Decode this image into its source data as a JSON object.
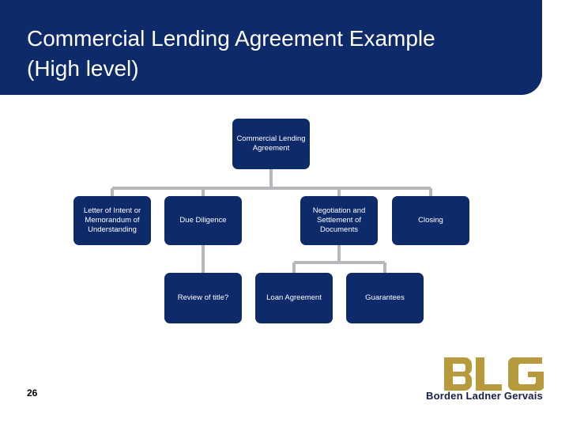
{
  "slide": {
    "title_line1": "Commercial Lending Agreement Example",
    "title_line2": "(High level)",
    "number": "26"
  },
  "diagram": {
    "root": "Commercial Lending Agreement",
    "level1": [
      "Letter of Intent or Memorandum of Understanding",
      "Due Diligence",
      "Negotiation and Settlement of Documents",
      "Closing"
    ],
    "due_diligence_child": "Review of title?",
    "negotiation_children": [
      "Loan Agreement",
      "Guarantees"
    ]
  },
  "logo": {
    "mark": "BLG",
    "name": "Borden Ladner Gervais"
  },
  "colors": {
    "navy": "#0d2a6b",
    "connector": "#b5b7bb",
    "logo_gold": "#b79a3a"
  }
}
